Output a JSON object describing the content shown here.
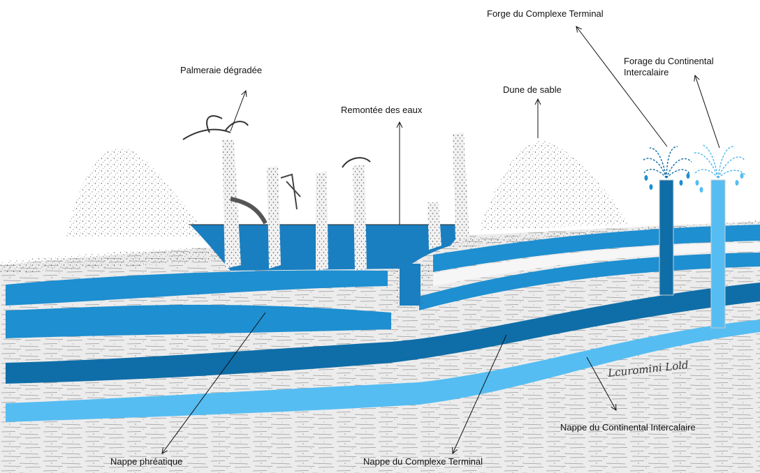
{
  "labels": {
    "palmeraie": "Palmeraie dégradée",
    "remontee": "Remontée des eaux",
    "dune": "Dune de sable",
    "forge_ct": "Forge du Complexe Terminal",
    "forage_ci_line1": "Forage du Continental",
    "forage_ci_line2": "Intercalaire",
    "nappe_phreatique": "Nappe phréatique",
    "nappe_ct": "Nappe du Complexe Terminal",
    "nappe_ci": "Nappe du Continental Intercalaire"
  },
  "signature": "Lcuromini Lold",
  "colors": {
    "phreatic_water": "#1e8fd0",
    "complexe_terminal": "#0f6ea8",
    "continental_intercalaire": "#56bdf2",
    "surface_water": "#1a7fc0",
    "sand_stipple": "#444444",
    "arrow": "#111111"
  },
  "icons": [
    "palm-tree-icon",
    "water-jet-icon",
    "dune-icon",
    "borehole-icon"
  ]
}
